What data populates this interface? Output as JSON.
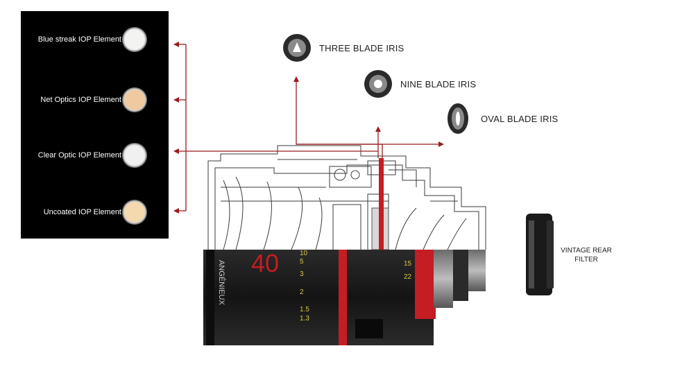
{
  "elements": [
    {
      "label": "Blue streak IOP Element",
      "tint": "#f3f3f1"
    },
    {
      "label": "Net Optics IOP Element",
      "tint": "#f1c9a0"
    },
    {
      "label": "Clear Optic IOP Element",
      "tint": "#f0f0f0"
    },
    {
      "label": "Uncoated IOP Element",
      "tint": "#f4d9ae"
    }
  ],
  "irises": [
    {
      "label": "THREE BLADE IRIS"
    },
    {
      "label": "NINE BLADE IRIS"
    },
    {
      "label": "OVAL BLADE IRIS"
    }
  ],
  "rear_filter": {
    "line1": "VINTAGE REAR",
    "line2": "FILTER"
  },
  "lens": {
    "focal": "40",
    "brand": "ANGÉNIEUX",
    "distance_scale": [
      "10",
      "5",
      "3",
      "2",
      "1.5",
      "1.3"
    ],
    "stop_scale": [
      "15",
      "22"
    ]
  },
  "colors": {
    "accent": "#9b1b1f",
    "panel": "#000000",
    "lens_body": "#1c1c1c",
    "red_band": "#c41d23"
  }
}
